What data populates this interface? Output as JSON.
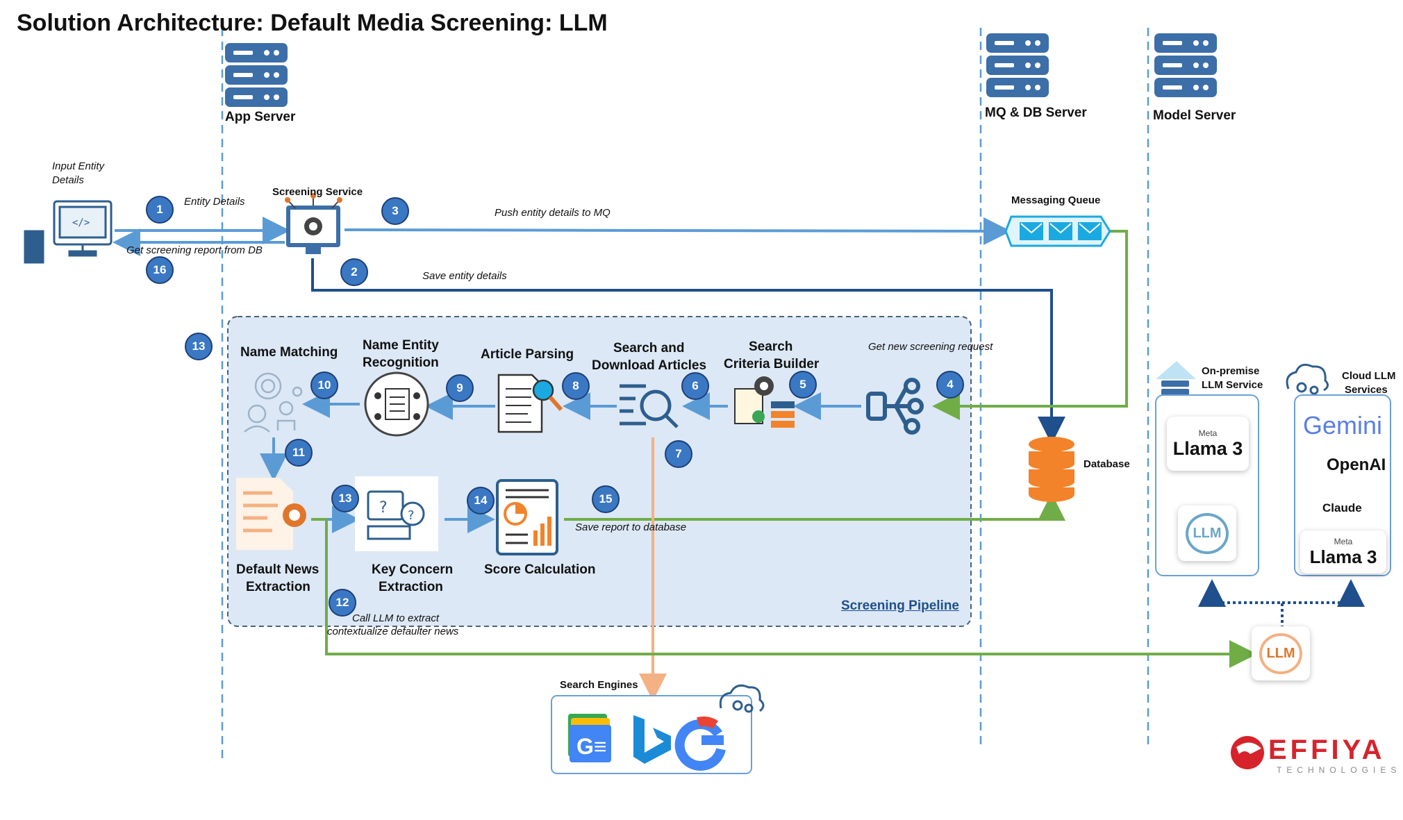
{
  "title": "Solution Architecture: Default Media Screening: LLM",
  "servers": {
    "app": "App Server",
    "mqdb": "MQ & DB Server",
    "model": "Model Server"
  },
  "client": {
    "label_line1": "Input Entity",
    "label_line2": "Details"
  },
  "screening_service": "Screening Service",
  "messaging_queue": "Messaging Queue",
  "database": "Database",
  "search_engines": "Search Engines",
  "flows": {
    "entity_details": "Entity Details",
    "get_report": "Get screening report from DB",
    "push_mq": "Push entity details to MQ",
    "save_entity": "Save entity details",
    "get_request": "Get new screening request",
    "save_report": "Save report to database",
    "call_llm_1": "Call LLM to extract",
    "call_llm_2": "contextualize defaulter news"
  },
  "stages": {
    "name_matching": "Name Matching",
    "ner_1": "Name Entity",
    "ner_2": "Recognition",
    "article_parsing": "Article Parsing",
    "search_download_1": "Search and",
    "search_download_2": "Download Articles",
    "criteria_1": "Search",
    "criteria_2": "Criteria Builder",
    "default_news_1": "Default News",
    "default_news_2": "Extraction",
    "key_concern_1": "Key Concern",
    "key_concern_2": "Extraction",
    "score": "Score Calculation"
  },
  "pipeline_label": "Screening Pipeline",
  "onprem": {
    "title_1": "On-premise",
    "title_2": "LLM Service",
    "meta": "Meta",
    "llama": "Llama 3",
    "llm": "LLM"
  },
  "cloud": {
    "title_1": "Cloud LLM",
    "title_2": "Services",
    "gemini": "Gemini",
    "openai": "OpenAI",
    "claude": "Claude",
    "meta": "Meta",
    "llama": "Llama 3"
  },
  "llm_gateway": "LLM",
  "steps": [
    "1",
    "2",
    "3",
    "4",
    "5",
    "6",
    "7",
    "8",
    "9",
    "10",
    "11",
    "12",
    "13",
    "13",
    "14",
    "15",
    "16"
  ],
  "logo": {
    "name": "EFFIYA",
    "sub": "TECHNOLOGIES"
  },
  "colors": {
    "blue_arrow": "#5b9bd5",
    "dark_arrow": "#1f4f8c",
    "green_arrow": "#70ad47",
    "orange_arrow": "#f4b183",
    "badge": "#3b78c3",
    "pipeline_bg": "#dce8f5"
  }
}
